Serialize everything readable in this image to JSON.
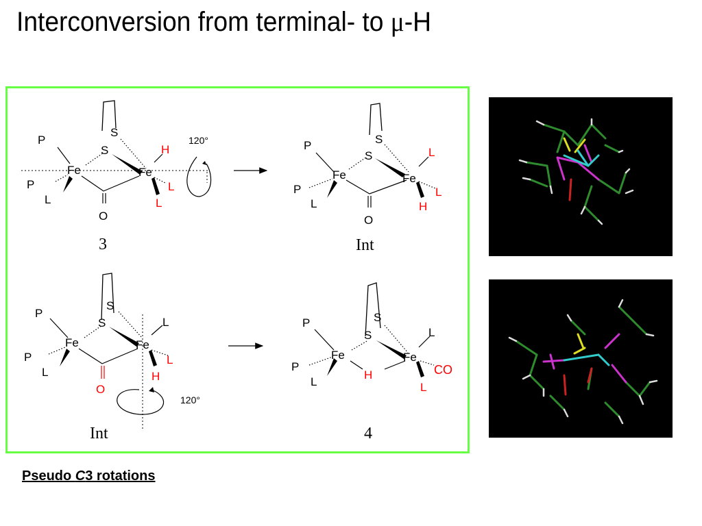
{
  "title": {
    "main": "Interconversion from terminal- to ",
    "mu": "μ",
    "suffix": "-H"
  },
  "caption": {
    "prefix": "Pseudo ",
    "italic": "C",
    "suffix": "3 rotations"
  },
  "colors": {
    "panel_border": "#66ff44",
    "highlight": "#ff0000",
    "text": "#000000",
    "molecule_bg": "#000000"
  },
  "labels": {
    "fe": "Fe",
    "s": "S",
    "p": "P",
    "l": "L",
    "h": "H",
    "o": "O",
    "co": "CO",
    "angle": "120°",
    "compound_3": "3",
    "compound_int": "Int",
    "compound_4": "4"
  },
  "images": [
    {
      "name": "molecular-model-top",
      "description": "3D stick model"
    },
    {
      "name": "molecular-model-bottom",
      "description": "3D stick model"
    }
  ]
}
